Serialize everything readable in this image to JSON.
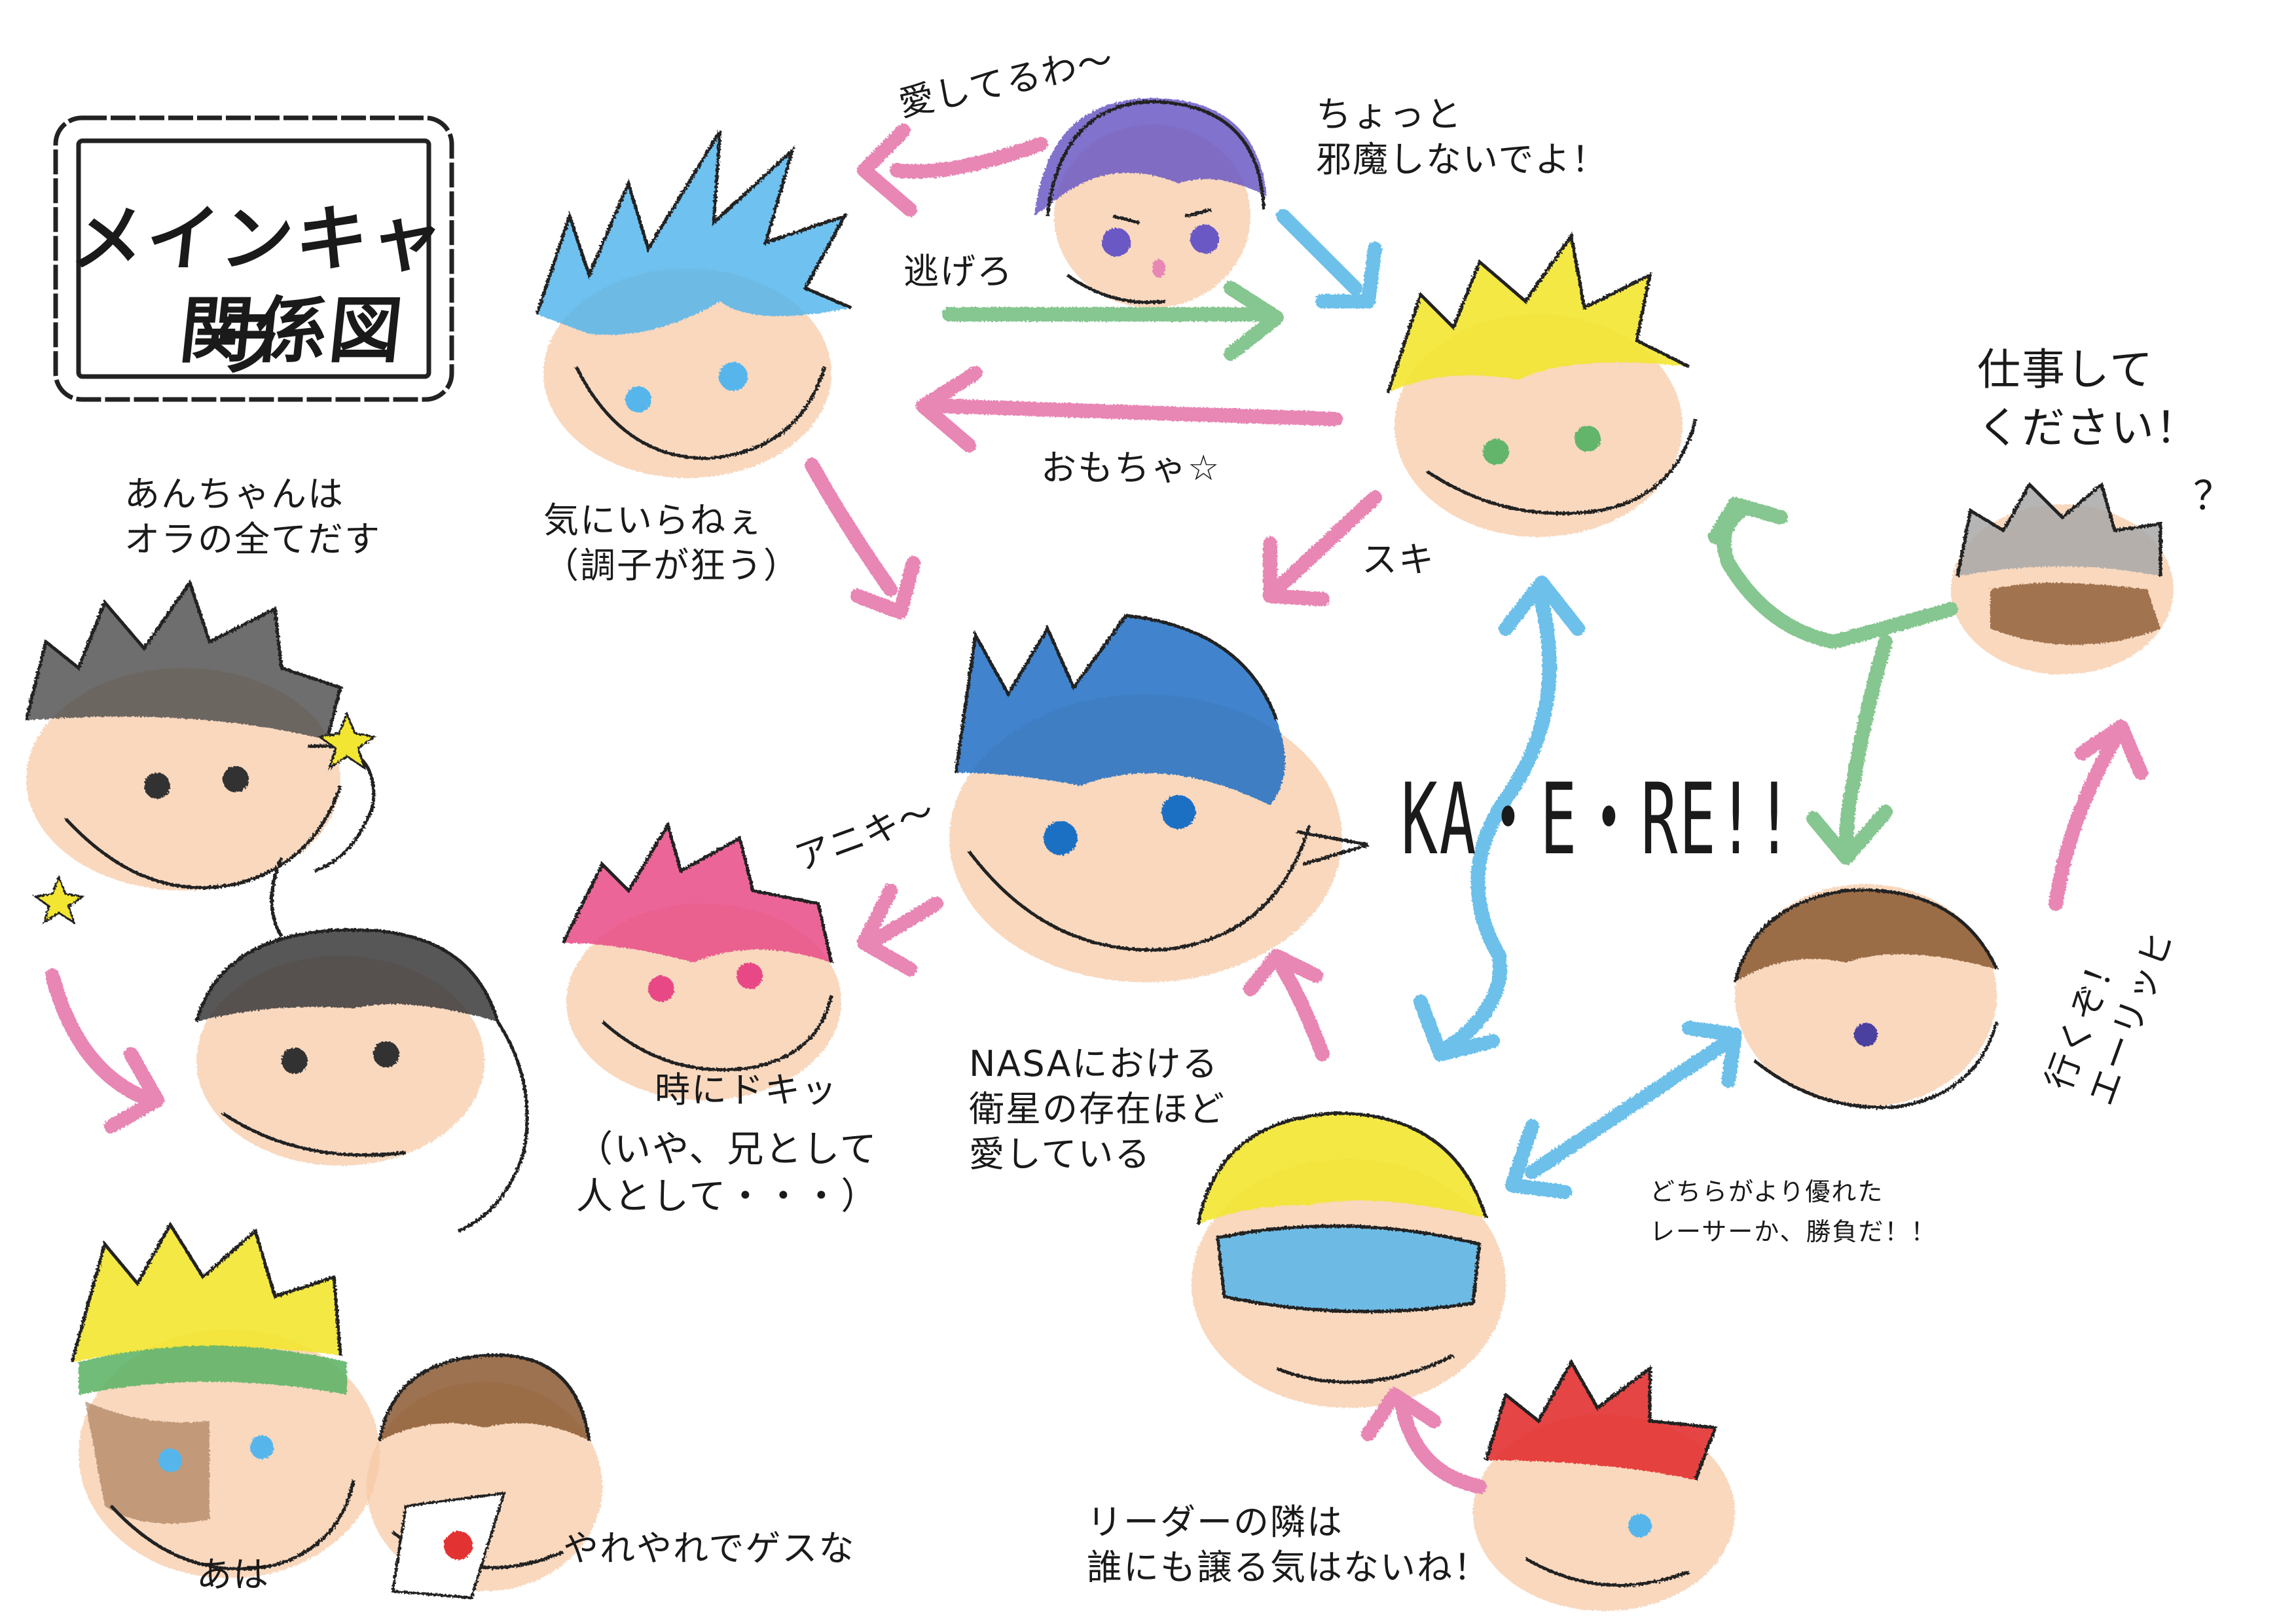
{
  "title": {
    "line1": "メインキャラ",
    "line2": "関係図"
  },
  "labels": {
    "love_you": "愛してるわ〜",
    "dont_interfere": "ちょっと\n邪魔しないでよ！",
    "run_away": "逃げろ",
    "toy": "おもちゃ☆",
    "bothered": "気にいらねぇ\n（調子が狂う）",
    "like": "スキ",
    "please_work": "仕事して\nください！",
    "question_mark": "？",
    "aniki": "アニキ〜",
    "kaere": "KA・E・RE!!",
    "sometimes_doki": "時にドキッ",
    "as_brother": "（いや、兄として\n人として・・・）",
    "nasa": "NASAにおける\n衛星の存在ほど\n愛している",
    "lets_go": "行くぞ！\nエーリッヒ",
    "who_is_better": "どちらがより優れた\nレーサーか、勝負だ！！",
    "leader_side": "リーダーの隣は\n誰にも譲る気はないね！",
    "anchan": "あんちゃんは\nオラの全てだす",
    "aha": "あは",
    "yareyare": "やれやれでゲスな"
  },
  "colors": {
    "pink_arrow": "#e886b4",
    "blue_arrow": "#6cc0ea",
    "green_arrow": "#86c690",
    "hair_blue_light": "#56b6ec",
    "hair_blue_dark": "#1f6fc4",
    "hair_yellow": "#f3e630",
    "hair_purple": "#6b59c4",
    "hair_pink": "#e84a86",
    "hair_gray": "#a8a8a8",
    "hair_black": "#4a4a4a",
    "hair_brown": "#8b5a34",
    "hair_red": "#e33030",
    "skin": "#f6c7a3"
  }
}
